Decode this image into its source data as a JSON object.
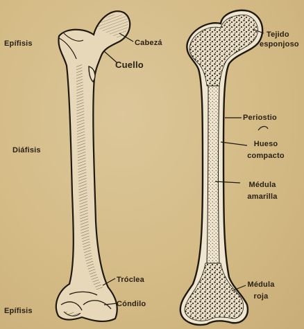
{
  "labels": {
    "epifisis_top": "Epífisis",
    "diafisis": "Diáfisis",
    "epifisis_bottom": "Epífisis",
    "cabeza": "Cabezá",
    "cuello": "Cuello",
    "troclea": "Tróclea",
    "condilo": "Cóndilo",
    "tejido_line1": "Tejido",
    "tejido_line2": "esponjoso",
    "periostio": "Periostio",
    "hueso_line1": "Hueso",
    "hueso_line2": "compacto",
    "medula_amarilla_line1": "Médula",
    "medula_amarilla_line2": "amarilla",
    "medula_roja_line1": "Médula",
    "medula_roja_line2": "roja"
  },
  "colors": {
    "paper": "#d4bb86",
    "ink": "#2a2113",
    "bone": "#e8dcc2"
  }
}
